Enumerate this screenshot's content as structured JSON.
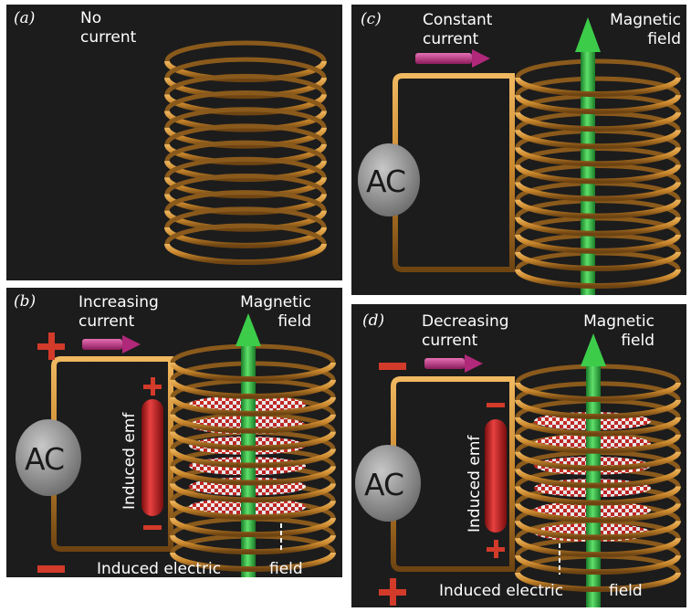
{
  "colors": {
    "background": "#1c1c1c",
    "coil": "#c8862c",
    "field_arrow": "#27b33a",
    "current_arrow": "#c22e86",
    "emf_cylinder": "#c81e1e",
    "sign": "#d23a2a"
  },
  "panels": {
    "a": {
      "label": "(a)",
      "current_label": [
        "No",
        "current"
      ]
    },
    "b": {
      "label": "(b)",
      "current_label": [
        "Increasing",
        "current"
      ],
      "field_label": [
        "Magnetic",
        "field"
      ],
      "source_label": "AC",
      "emf_label": "Induced emf",
      "induced_electric": "Induced electric",
      "induced_field": "field",
      "signs": {
        "top_lead": "+",
        "bottom_lead": "−",
        "emf_top": "+",
        "emf_bottom": "−"
      }
    },
    "c": {
      "label": "(c)",
      "current_label": [
        "Constant",
        "current"
      ],
      "field_label": [
        "Magnetic",
        "field"
      ],
      "source_label": "AC"
    },
    "d": {
      "label": "(d)",
      "current_label": [
        "Decreasing",
        "current"
      ],
      "field_label": [
        "Magnetic",
        "field"
      ],
      "source_label": "AC",
      "emf_label": "Induced emf",
      "induced_electric": "Induced electric",
      "induced_field": "field",
      "signs": {
        "top_lead": "−",
        "bottom_lead": "+",
        "emf_top": "−",
        "emf_bottom": "+"
      }
    }
  }
}
